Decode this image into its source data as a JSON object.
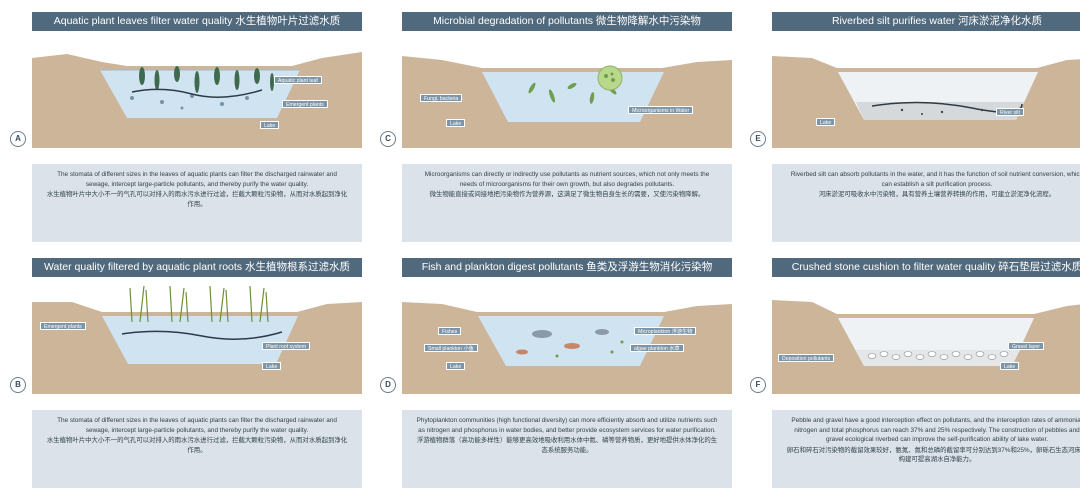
{
  "colors": {
    "title_bar": "#50697d",
    "description_bg": "#dbe2e9",
    "soil": "#cdb59a",
    "water": "#cfe3f1",
    "label_tag": "#7d95a8"
  },
  "panels": [
    {
      "title": "Aquatic plant leaves filter water quality 水生植物叶片过滤水质",
      "letter": "A",
      "labels": [
        "Aquatic plant leaf",
        "Emergent plants",
        "Lake"
      ],
      "text_en": "The stomata of different sizes in the leaves of aquatic plants can filter the discharged rainwater and sewage, intercept large-particle pollutants, and thereby purify the water quality.",
      "text_zh": "水生植物叶片中大小不一的气孔可以对排入的雨水污水进行过滤，拦截大颗粒污染物，从而对水质起到净化作用。"
    },
    {
      "title": "Microbial degradation of pollutants 微生物降解水中污染物",
      "letter": "C",
      "labels": [
        "Fungi, bacteria",
        "Lake",
        "Microorganisms in Water"
      ],
      "text_en": "Microorganisms can directly or indirectly use pollutants as nutrient sources, which not only meets the needs of microorganisms for their own growth, but also degrades pollutants.",
      "text_zh": "微生物能直接或间接地把污染物作为营养源，这满足了微生物自身生长的需要，又使污染物降解。"
    },
    {
      "title": "Riverbed silt purifies water 河床淤泥净化水质",
      "letter": "E",
      "labels": [
        "River silt",
        "Lake"
      ],
      "text_en": "Riverbed silt can absorb pollutants in the water, and it has the function of soil nutrient conversion, which can establish a silt purification process.",
      "text_zh": "河床淤泥可吸收水中污染物，具有营养土壤营养转换的作用，可建立淤泥净化流程。"
    },
    {
      "title": "Water quality filtered by aquatic plant roots 水生植物根系过滤水质",
      "letter": "B",
      "labels": [
        "Emergent plants",
        "Plant root system",
        "Lake"
      ],
      "text_en": "The stomata of different sizes in the leaves of aquatic plants can filter the discharged rainwater and sewage, intercept large-particle pollutants, and thereby purify the water quality.",
      "text_zh": "水生植物叶片中大小不一的气孔可以对排入的雨水污水进行过滤，拦截大颗粒污染物，从而对水质起到净化作用。"
    },
    {
      "title": "Fish and plankton digest pollutants 鱼类及浮游生物消化污染物",
      "letter": "D",
      "labels": [
        "Fishes",
        "Small plankton 小鱼",
        "Lake",
        "Microplankton 浮游生物",
        "algae plankton 水草"
      ],
      "text_en": "Phytoplankton communities (high functional diversity) can more efficiently absorb and utilize nutrients such as nitrogen and phosphorus in water bodies, and better provide ecosystem services for water purification.",
      "text_zh": "浮游植物群落（高功能多样性）能够更高效地吸收利用水体中氮、磷等营养物质，更好地提供水体净化的生态系统服务功能。"
    },
    {
      "title": "Crushed stone cushion to filter water quality 碎石垫层过滤水质",
      "letter": "F",
      "labels": [
        "Deposition pollutants",
        "Gravel layer",
        "Lake"
      ],
      "text_en": "Pebble and gravel have a good interception effect on pollutants, and the interception rates of ammonia, nitrogen and total phosphorus can reach 37% and 25% respectively. The construction of pebbles and gravel ecological riverbed can improve the self-purification ability of lake water.",
      "text_zh": "卵石和碎石对污染物的截留效果较好，氨氮、氮和总磷的截留率可分别达到37%和25%，卵砾石生态河床的构建可提高湖水自净能力。"
    }
  ]
}
